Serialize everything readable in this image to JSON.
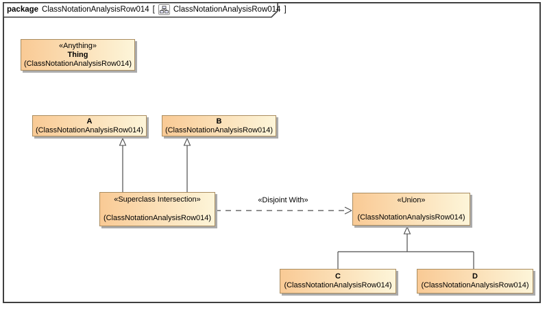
{
  "header": {
    "keyword": "package",
    "package_name": "ClassNotationAnalysisRow014",
    "bracket_open": "[",
    "diagram_name": "ClassNotationAnalysisRow014",
    "bracket_close": "]",
    "icon": "class-diagram-icon"
  },
  "nodes": {
    "thing": {
      "stereotype": "«Anything»",
      "name": "Thing",
      "qualifier": "(ClassNotationAnalysisRow014)"
    },
    "a": {
      "name": "A",
      "qualifier": "(ClassNotationAnalysisRow014)"
    },
    "b": {
      "name": "B",
      "qualifier": "(ClassNotationAnalysisRow014)"
    },
    "superclass_intersection": {
      "stereotype": "«Superclass Intersection»",
      "name": "",
      "qualifier": "(ClassNotationAnalysisRow014)"
    },
    "union": {
      "stereotype": "«Union»",
      "name": "",
      "qualifier": "(ClassNotationAnalysisRow014)"
    },
    "c": {
      "name": "C",
      "qualifier": "(ClassNotationAnalysisRow014)"
    },
    "d": {
      "name": "D",
      "qualifier": "(ClassNotationAnalysisRow014)"
    }
  },
  "edges": {
    "dependency_label": "«Disjoint With»",
    "generalizations": [
      "SuperclassIntersection -> A",
      "SuperclassIntersection -> B",
      "C -> Union",
      "D -> Union"
    ]
  },
  "colors": {
    "box_fill_left": "#f9ca95",
    "box_fill_right": "#fdf5d9",
    "box_border": "#a98c5f",
    "box_shadow": "#ababab",
    "edge_line": "#4c4c4c",
    "frame_border": "#3f3f3f"
  }
}
